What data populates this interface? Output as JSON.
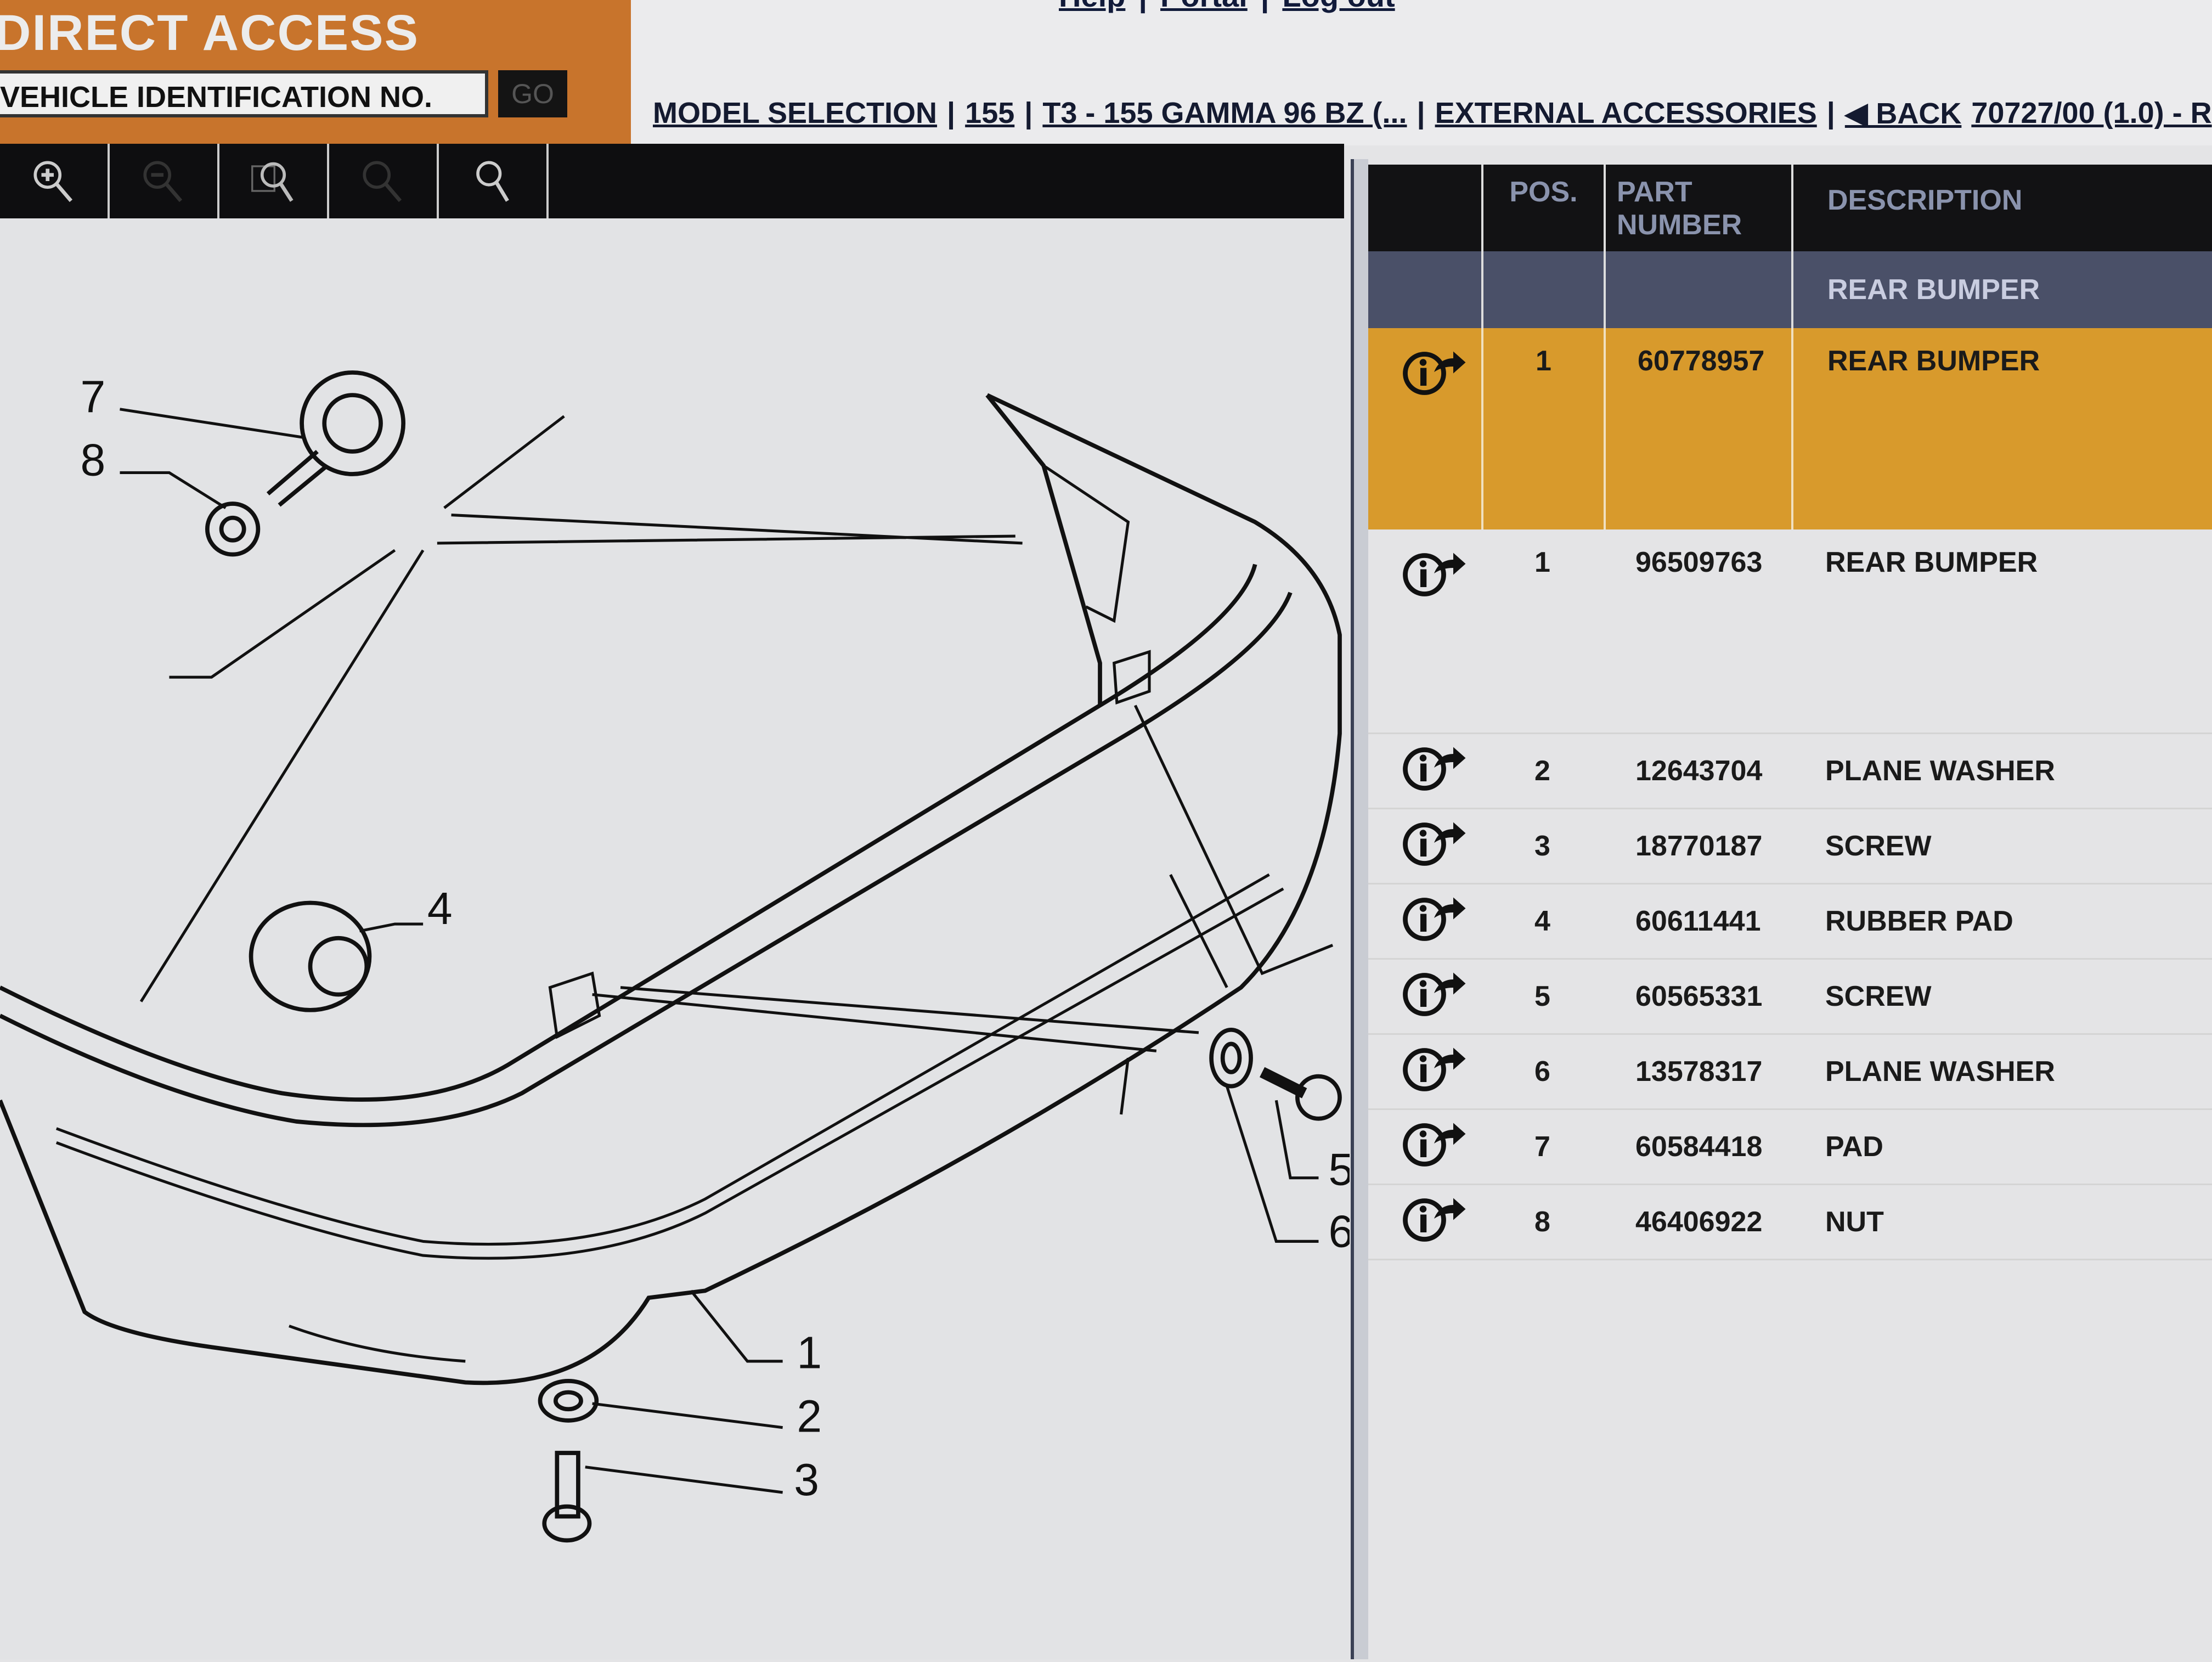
{
  "top_links": [
    "Help",
    "Portal",
    "Log out"
  ],
  "direct_access": {
    "title": "DIRECT ACCESS",
    "vin_placeholder": "VEHICLE IDENTIFICATION NO.",
    "go_label": "GO"
  },
  "breadcrumb": [
    "MODEL SELECTION",
    "155",
    "T3 - 155 GAMMA 96 BZ (...",
    "EXTERNAL ACCESSORIES"
  ],
  "back_label": "◀ BACK",
  "table_ref": "70727/00 (1.0) - R",
  "toolbar": [
    "zoom-in-icon",
    "zoom-out-icon",
    "zoom-window-icon",
    "zoom-page-icon",
    "zoom-fit-icon"
  ],
  "table": {
    "headers": {
      "pos": "POS.",
      "part": "PART NUMBER",
      "desc": "DESCRIPTION"
    },
    "group": "REAR BUMPER",
    "rows": [
      {
        "pos": "1",
        "part": "60778957",
        "desc": "REAR BUMPER",
        "selected": true
      },
      {
        "pos": "1",
        "part": "96509763",
        "desc": "REAR BUMPER"
      },
      {
        "pos": "2",
        "part": "12643704",
        "desc": "PLANE WASHER"
      },
      {
        "pos": "3",
        "part": "18770187",
        "desc": "SCREW"
      },
      {
        "pos": "4",
        "part": "60611441",
        "desc": "RUBBER PAD"
      },
      {
        "pos": "5",
        "part": "60565331",
        "desc": "SCREW"
      },
      {
        "pos": "6",
        "part": "13578317",
        "desc": "PLANE WASHER"
      },
      {
        "pos": "7",
        "part": "60584418",
        "desc": "PAD"
      },
      {
        "pos": "8",
        "part": "46406922",
        "desc": "NUT"
      }
    ]
  },
  "diagram": {
    "callouts": [
      "1",
      "2",
      "3",
      "4",
      "5",
      "6",
      "7",
      "8"
    ]
  },
  "colors": {
    "accent": "#c8742c",
    "selected_row": "#d89a2c",
    "group_row": "#4a5068"
  }
}
